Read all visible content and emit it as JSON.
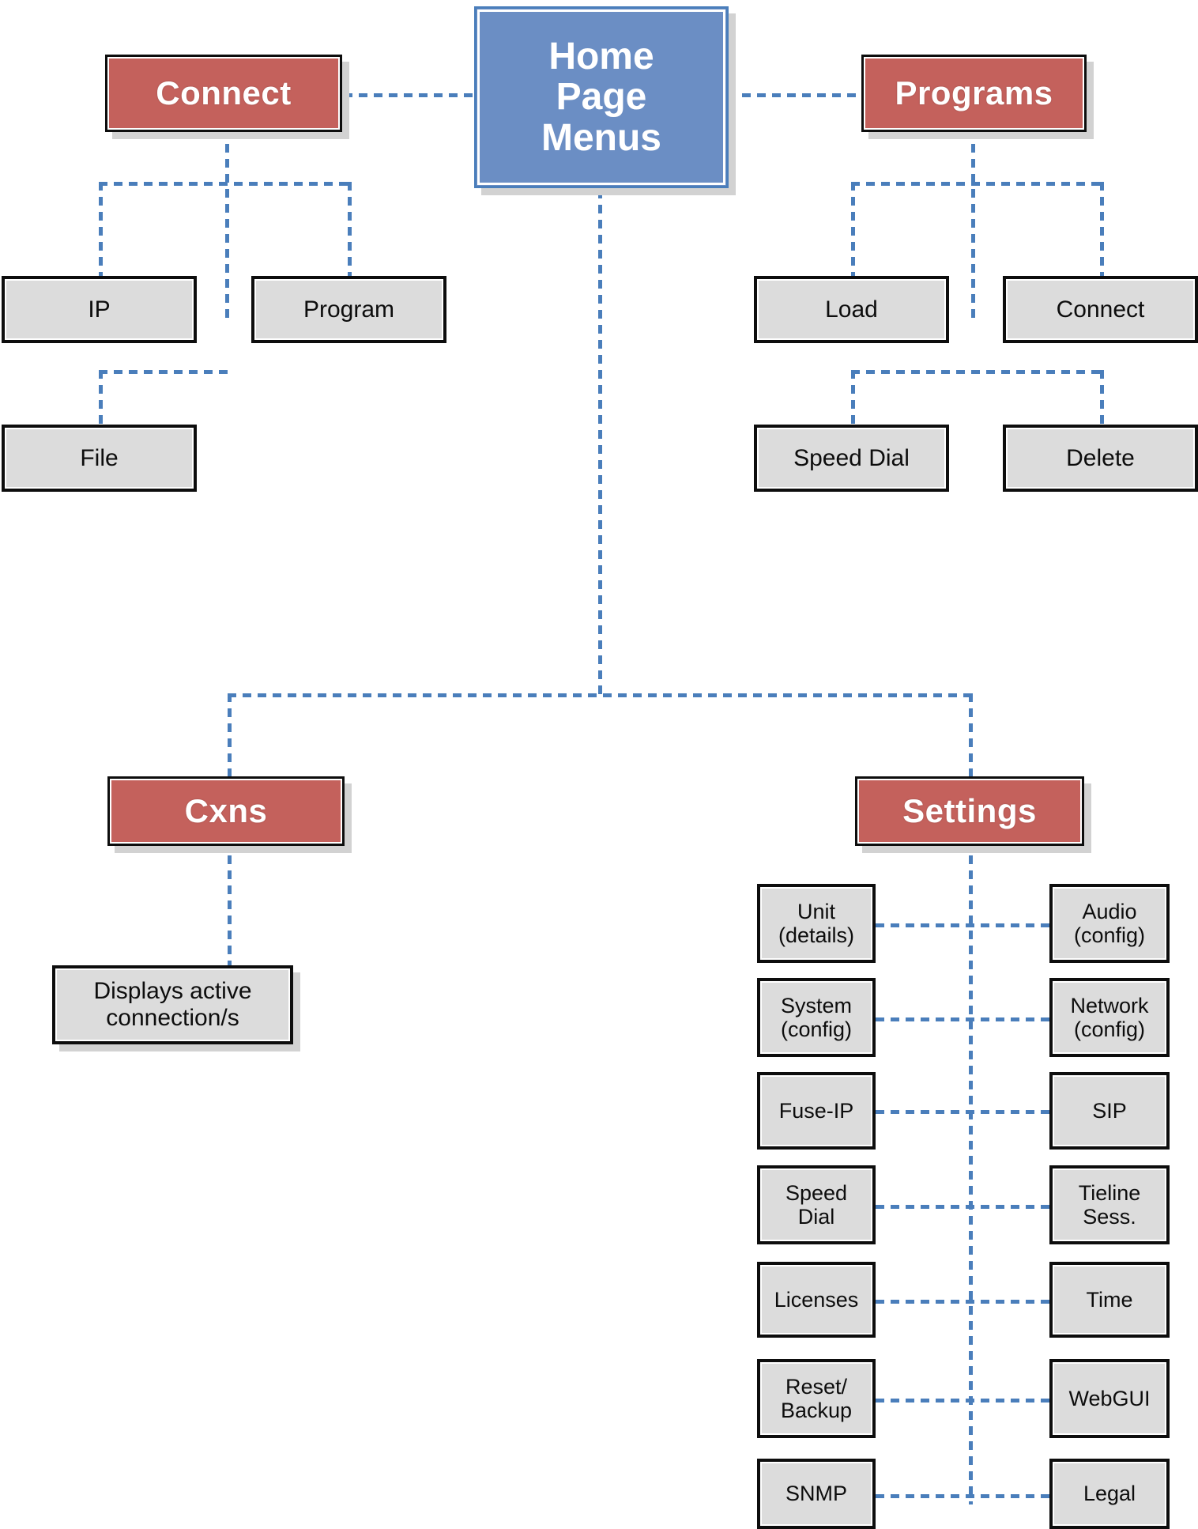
{
  "diagram": {
    "title": "Home Page Menus navigation tree",
    "colors": {
      "root_fill": "#6b8ec4",
      "header_fill": "#c4615c",
      "leaf_fill": "#dcdcdc",
      "connector": "#4a7ebb",
      "shadow": "#d2d2d2",
      "border": "#0d0d0d",
      "text_light": "#ffffff",
      "text_dark": "#0d0d0d"
    },
    "root": {
      "label": "Home\nPage\nMenus"
    },
    "branches": {
      "connect": {
        "label": "Connect",
        "children": [
          {
            "label": "IP"
          },
          {
            "label": "Program"
          },
          {
            "label": "File"
          }
        ]
      },
      "programs": {
        "label": "Programs",
        "children": [
          {
            "label": "Load"
          },
          {
            "label": "Connect"
          },
          {
            "label": "Speed Dial"
          },
          {
            "label": "Delete"
          }
        ]
      },
      "cxns": {
        "label": "Cxns",
        "children": [
          {
            "label": "Displays active\nconnection/s"
          }
        ]
      },
      "settings": {
        "label": "Settings",
        "left_column": [
          {
            "label": "Unit\n(details)"
          },
          {
            "label": "System\n(config)"
          },
          {
            "label": "Fuse-IP"
          },
          {
            "label": "Speed\nDial"
          },
          {
            "label": "Licenses"
          },
          {
            "label": "Reset/\nBackup"
          },
          {
            "label": "SNMP"
          }
        ],
        "right_column": [
          {
            "label": "Audio\n(config)"
          },
          {
            "label": "Network\n(config)"
          },
          {
            "label": "SIP"
          },
          {
            "label": "Tieline\nSess."
          },
          {
            "label": "Time"
          },
          {
            "label": "WebGUI"
          },
          {
            "label": "Legal"
          }
        ]
      }
    }
  }
}
